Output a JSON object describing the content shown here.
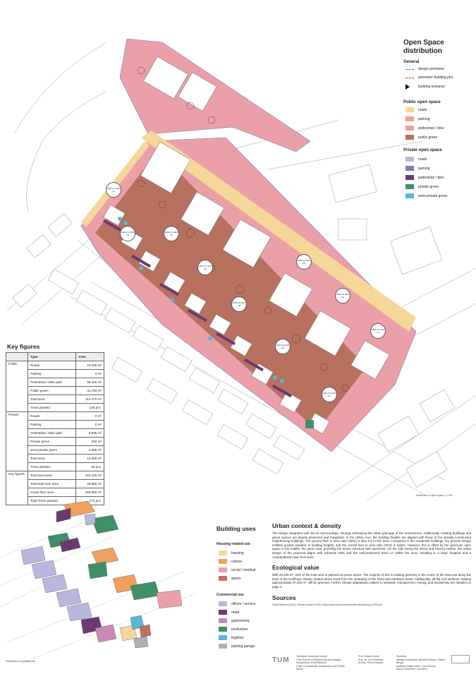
{
  "legend": {
    "title_line1": "Open Space",
    "title_line2": "distribution",
    "general_heading": "General",
    "general_items": [
      {
        "label": "design perimeter",
        "color": "#3a5bc7"
      },
      {
        "label": "perimeter building plot",
        "color": "#d02b2b"
      },
      {
        "label": "building entrance",
        "color": "#111111"
      }
    ],
    "public_heading": "Public open space",
    "public_items": [
      {
        "label": "roads",
        "color": "#f6d79a"
      },
      {
        "label": "parking",
        "color": "#f0a47c"
      },
      {
        "label": "pedestrian / bike",
        "color": "#eba0a8"
      },
      {
        "label": "public green",
        "color": "#b8715f"
      }
    ],
    "private_heading": "Private open space",
    "private_items": [
      {
        "label": "roads",
        "color": "#b8b8dc"
      },
      {
        "label": "parking",
        "color": "#8a78b0"
      },
      {
        "label": "pedestrian / bike",
        "color": "#6a3a70"
      },
      {
        "label": "private green",
        "color": "#3f8f68"
      },
      {
        "label": "semi-private green",
        "color": "#58b8d8"
      }
    ]
  },
  "map_caption": "Distribution of open space 1_1000",
  "bubbles": [
    {
      "label": "GRZ 0,4 GFZ 2,4"
    },
    {
      "label": "GRZ 0,4 GFZ 2,4"
    },
    {
      "label": "GRZ 0,4 GFZ 2,6"
    },
    {
      "label": "GRZ 0,6 GFZ 2,6"
    },
    {
      "label": "GRZ 0,6 GFZ 2,6"
    },
    {
      "label": "GRZ 0,6 GFZ 2,6"
    },
    {
      "label": "GRZ 0,6 GFZ 2,6"
    },
    {
      "label": "GRZ 0,6 GFZ 2,6"
    },
    {
      "label": "GRZ 0,6 GFZ 4,1"
    },
    {
      "label": "GRZ 0,6 GFZ 2,6"
    }
  ],
  "key_figures": {
    "title": "Key figures",
    "header": {
      "type": "Type",
      "area": "Area"
    },
    "groups": [
      {
        "name": "Public",
        "rows": [
          {
            "type": "Roads",
            "area": "15.635 m²"
          },
          {
            "type": "Parking",
            "area": "0 m²"
          },
          {
            "type": "Pedestrian / Bike path",
            "area": "55.045 m²"
          },
          {
            "type": "Public green",
            "area": "41.793 m²"
          },
          {
            "type": "Total area",
            "area": "112.470 m²"
          },
          {
            "type": "Trees planted",
            "area": "135 pcs."
          }
        ]
      },
      {
        "name": "Private",
        "rows": [
          {
            "type": "Roads",
            "area": "0 m²"
          },
          {
            "type": "Parking",
            "area": "0 m²"
          },
          {
            "type": "Pedestrian / Bike path",
            "area": "9.835 m²"
          },
          {
            "type": "Private green",
            "area": "293 m²"
          },
          {
            "type": "semi-private green",
            "area": "2.355 m²"
          },
          {
            "type": "Total area",
            "area": "12.480 m²"
          },
          {
            "type": "Trees planted",
            "area": "39 pcs."
          }
        ]
      },
      {
        "name": "Key figures",
        "rows": [
          {
            "type": "Total land area",
            "area": "184.240 m²"
          },
          {
            "type": "Total built over area",
            "area": "59.880 m²"
          },
          {
            "type": "Gross floor area",
            "area": "165.550 m²"
          },
          {
            "type": "Total Trees planted",
            "area": "174 pcs."
          }
        ]
      }
    ]
  },
  "axo_caption": "Distribution of building use",
  "building_uses": {
    "title": "Building uses",
    "housing_heading": "Housing related use",
    "housing_items": [
      {
        "label": "housing",
        "color": "#f6d79a"
      },
      {
        "label": "culture",
        "color": "#f0a060"
      },
      {
        "label": "social / medical",
        "color": "#eba0a8"
      },
      {
        "label": "sports",
        "color": "#c0705f"
      }
    ],
    "commercial_heading": "Commercial use",
    "commercial_items": [
      {
        "label": "offices / service",
        "color": "#b8b8dc"
      },
      {
        "label": "retail",
        "color": "#6a3a70"
      },
      {
        "label": "gastronomy",
        "color": "#c888b8"
      },
      {
        "label": "production",
        "color": "#3f8f68"
      },
      {
        "label": "logistics",
        "color": "#58b8d8"
      },
      {
        "label": "parking garage",
        "color": "#b0b0b0"
      }
    ]
  },
  "text": {
    "urban_heading": "Urban context & density",
    "urban_body": "The design integrates well into its surroundings, strongly embracing the urban grainage of the environment. Additionally, existing buildings and green spaces are largely preserved and integrated. In the Urban Axis, the building heights are aligned with those of the already constructed neighbouring buildings. The ground floor to area ratio (GRZ) is also 0.6 in this area. Compared to the residential buildings, the present design exhibits greater variation in building heights, and the overall floor to area ratio (GFZ) is higher. However, this is offset by the generous open space in the middle, the green axis, providing the dense structure with openness. On the side facing the Wood and Factory Harbor, the urban design of the proposal aligns with industrial halls and the well-preserved Shed 17 within the area, resulting in a large footprint and a comparatively lower floor area.",
    "eco_heading": "Ecological value",
    "eco_body": "With 44,435 m², 24% of the total area is planned as green space. The majority of this is existing greenery in the center of the area and along the back of the Kühlhaus. Newly created areas result from the unsealing of the Shed and Kühlhaus areas. Additionally, all flat roof surfaces, totaling approximately 37,250 m², will be greened. Further climate adaptations related to rainwater management, energy, and biodiversity are detailed on page 4.",
    "sources_heading": "Sources",
    "sources_body": "Stadt Bremen (2023): Bremen planen 2035; https://www.bauumwelt.bremen.de/planung_2035.pdf"
  },
  "footer": {
    "logo": "TUM",
    "col1": "Technical University Munich\nTUM School of Engineering and Design / Department of Architecture\nChair of Landscape Architecture and Public Space",
    "col2": "Prof. Regine Keller\nProf. Dr. Ivo Hertfelder\nM.Eng. Simon Wegele",
    "col3": "Students:\nNatalia Romanova, Michelle Hoppe, Fabian Bengs\nMatthias Müller-Hahn, Lisa Zerwas\nMarco Schneider, Lea Bohn"
  }
}
